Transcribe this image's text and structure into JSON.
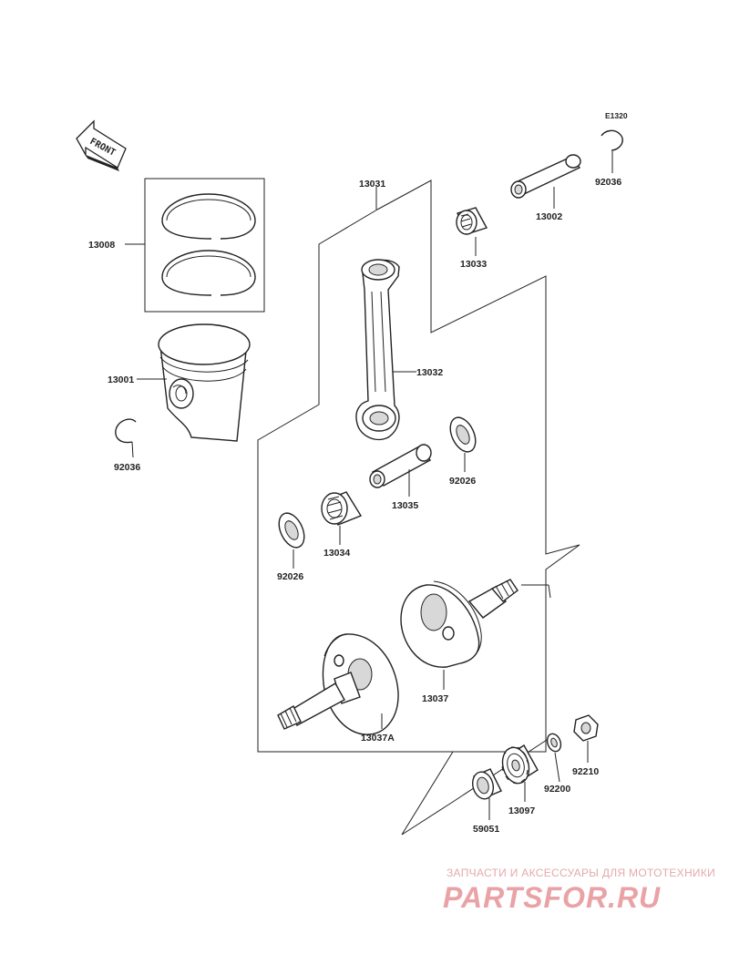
{
  "diagram_code": "E1320",
  "front_label": "FRONT",
  "parts": {
    "p13008": "13008",
    "p13001": "13001",
    "p92036_left": "92036",
    "p92036_right": "92036",
    "p13031": "13031",
    "p13002": "13002",
    "p13033": "13033",
    "p13032": "13032",
    "p92026_right": "92026",
    "p13035": "13035",
    "p13034": "13034",
    "p92026_left": "92026",
    "p13037": "13037",
    "p13037A": "13037A",
    "p92210": "92210",
    "p92200": "92200",
    "p13097": "13097",
    "p59051": "59051"
  },
  "watermark": {
    "line1": "ЗАПЧАСТИ И АКСЕССУАРЫ ДЛЯ МОТОТЕХНИКИ",
    "line2": "PARTSFOR.RU"
  }
}
